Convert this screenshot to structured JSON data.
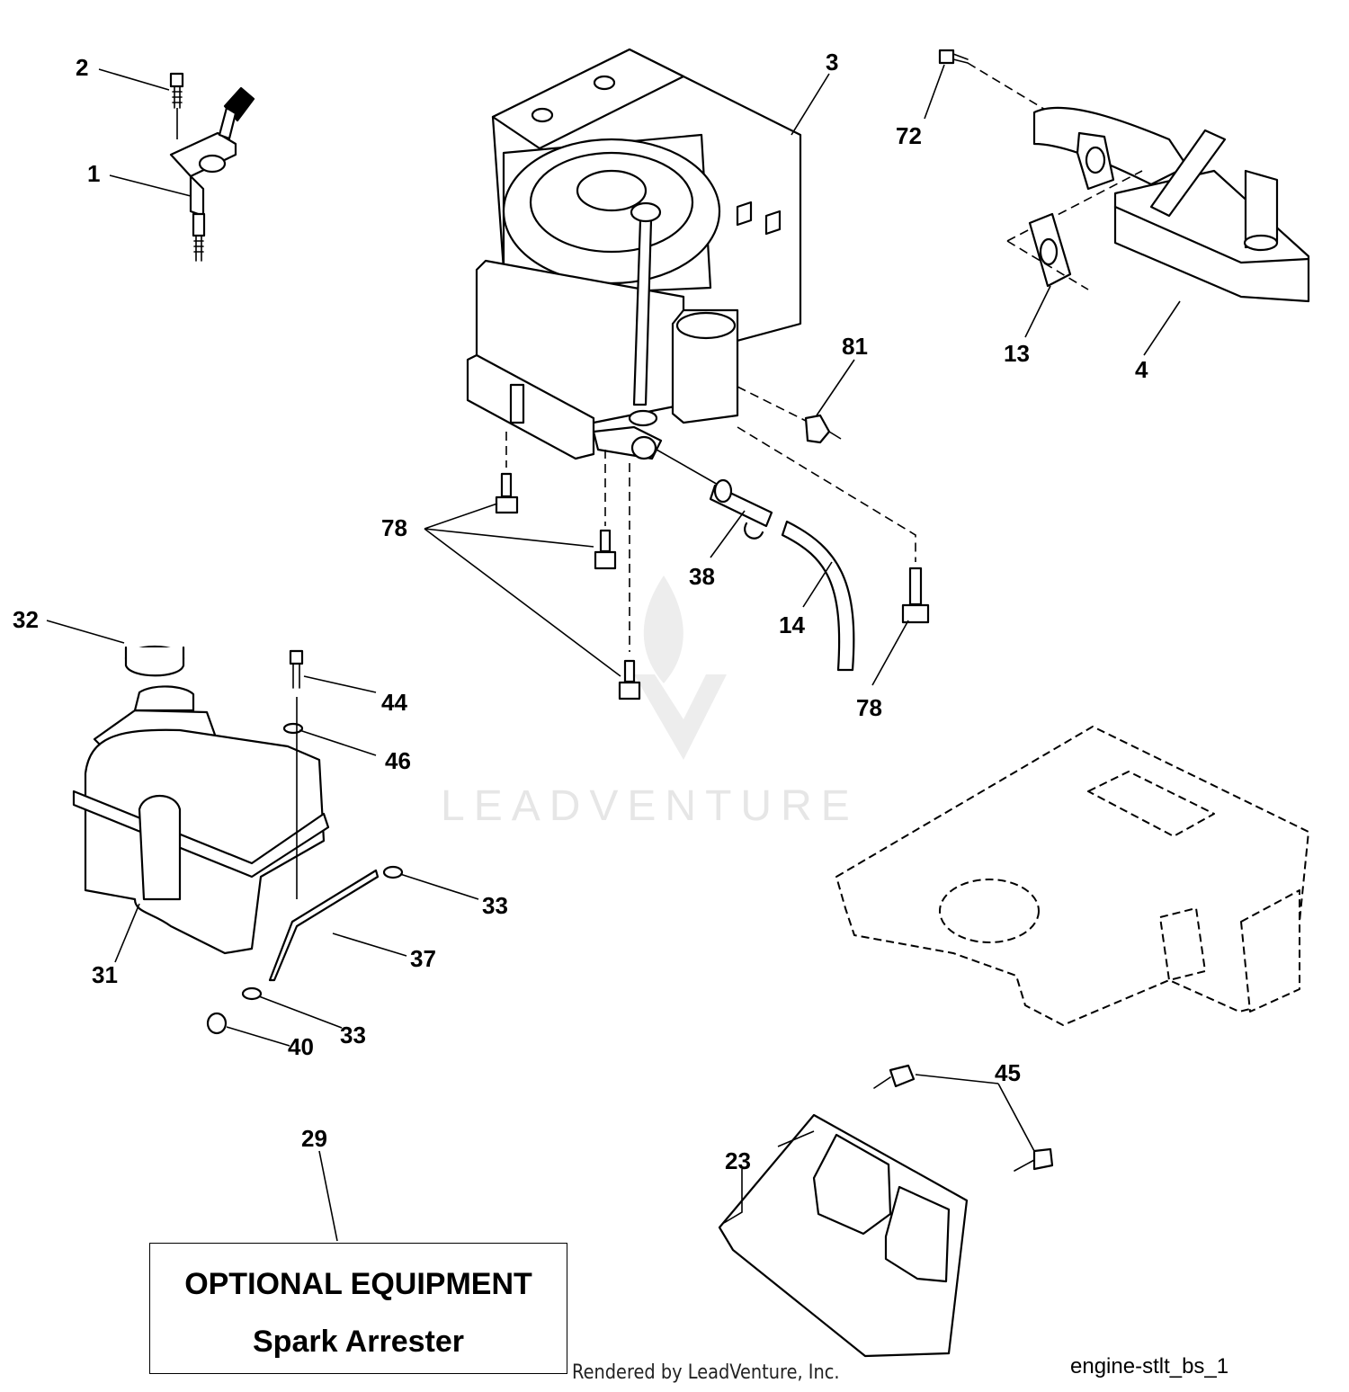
{
  "diagram": {
    "callouts": [
      {
        "id": "c1",
        "text": "2"
      },
      {
        "id": "c2",
        "text": "1"
      },
      {
        "id": "c3",
        "text": "3"
      },
      {
        "id": "c4",
        "text": "72"
      },
      {
        "id": "c5",
        "text": "13"
      },
      {
        "id": "c6",
        "text": "4"
      },
      {
        "id": "c7",
        "text": "81"
      },
      {
        "id": "c8",
        "text": "78"
      },
      {
        "id": "c9",
        "text": "38"
      },
      {
        "id": "c10",
        "text": "14"
      },
      {
        "id": "c11",
        "text": "78"
      },
      {
        "id": "c12",
        "text": "32"
      },
      {
        "id": "c13",
        "text": "44"
      },
      {
        "id": "c14",
        "text": "46"
      },
      {
        "id": "c15",
        "text": "33"
      },
      {
        "id": "c16",
        "text": "37"
      },
      {
        "id": "c17",
        "text": "31"
      },
      {
        "id": "c18",
        "text": "33"
      },
      {
        "id": "c19",
        "text": "40"
      },
      {
        "id": "c20",
        "text": "29"
      },
      {
        "id": "c21",
        "text": "45"
      },
      {
        "id": "c22",
        "text": "23"
      }
    ],
    "optional_box": {
      "title": "OPTIONAL EQUIPMENT",
      "subtitle": "Spark Arrester"
    },
    "watermark": "LEADVENTURE",
    "footer": {
      "rendered_by": "Rendered by LeadVenture, Inc.",
      "diagram_id": "engine-stlt_bs_1"
    }
  }
}
